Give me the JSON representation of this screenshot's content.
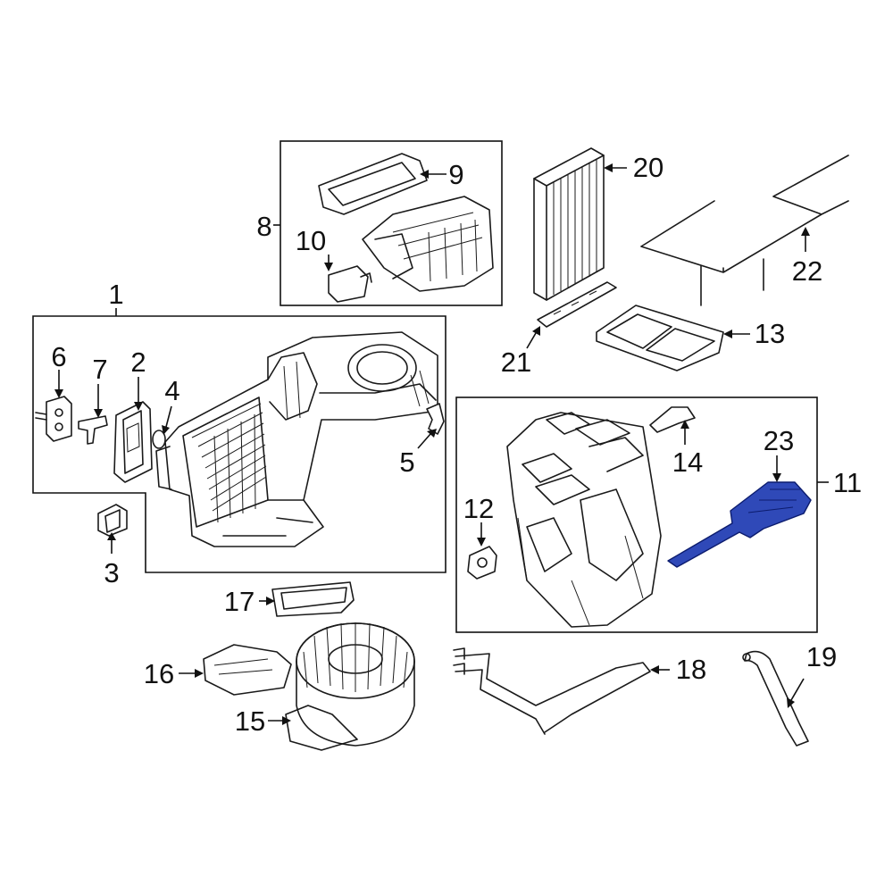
{
  "diagram": {
    "callouts": [
      {
        "id": "1",
        "text": "1"
      },
      {
        "id": "2",
        "text": "2"
      },
      {
        "id": "3",
        "text": "3"
      },
      {
        "id": "4",
        "text": "4"
      },
      {
        "id": "5",
        "text": "5"
      },
      {
        "id": "6",
        "text": "6"
      },
      {
        "id": "7",
        "text": "7"
      },
      {
        "id": "8",
        "text": "8"
      },
      {
        "id": "9",
        "text": "9"
      },
      {
        "id": "10",
        "text": "10"
      },
      {
        "id": "11",
        "text": "11"
      },
      {
        "id": "12",
        "text": "12"
      },
      {
        "id": "13",
        "text": "13"
      },
      {
        "id": "14",
        "text": "14"
      },
      {
        "id": "15",
        "text": "15"
      },
      {
        "id": "16",
        "text": "16"
      },
      {
        "id": "17",
        "text": "17"
      },
      {
        "id": "18",
        "text": "18"
      },
      {
        "id": "19",
        "text": "19"
      },
      {
        "id": "20",
        "text": "20"
      },
      {
        "id": "21",
        "text": "21"
      },
      {
        "id": "22",
        "text": "22"
      },
      {
        "id": "23",
        "text": "23"
      }
    ],
    "highlighted_part": "23",
    "colors": {
      "highlight": "#2f49b8",
      "line": "#1a1a1a",
      "background": "#ffffff"
    }
  }
}
